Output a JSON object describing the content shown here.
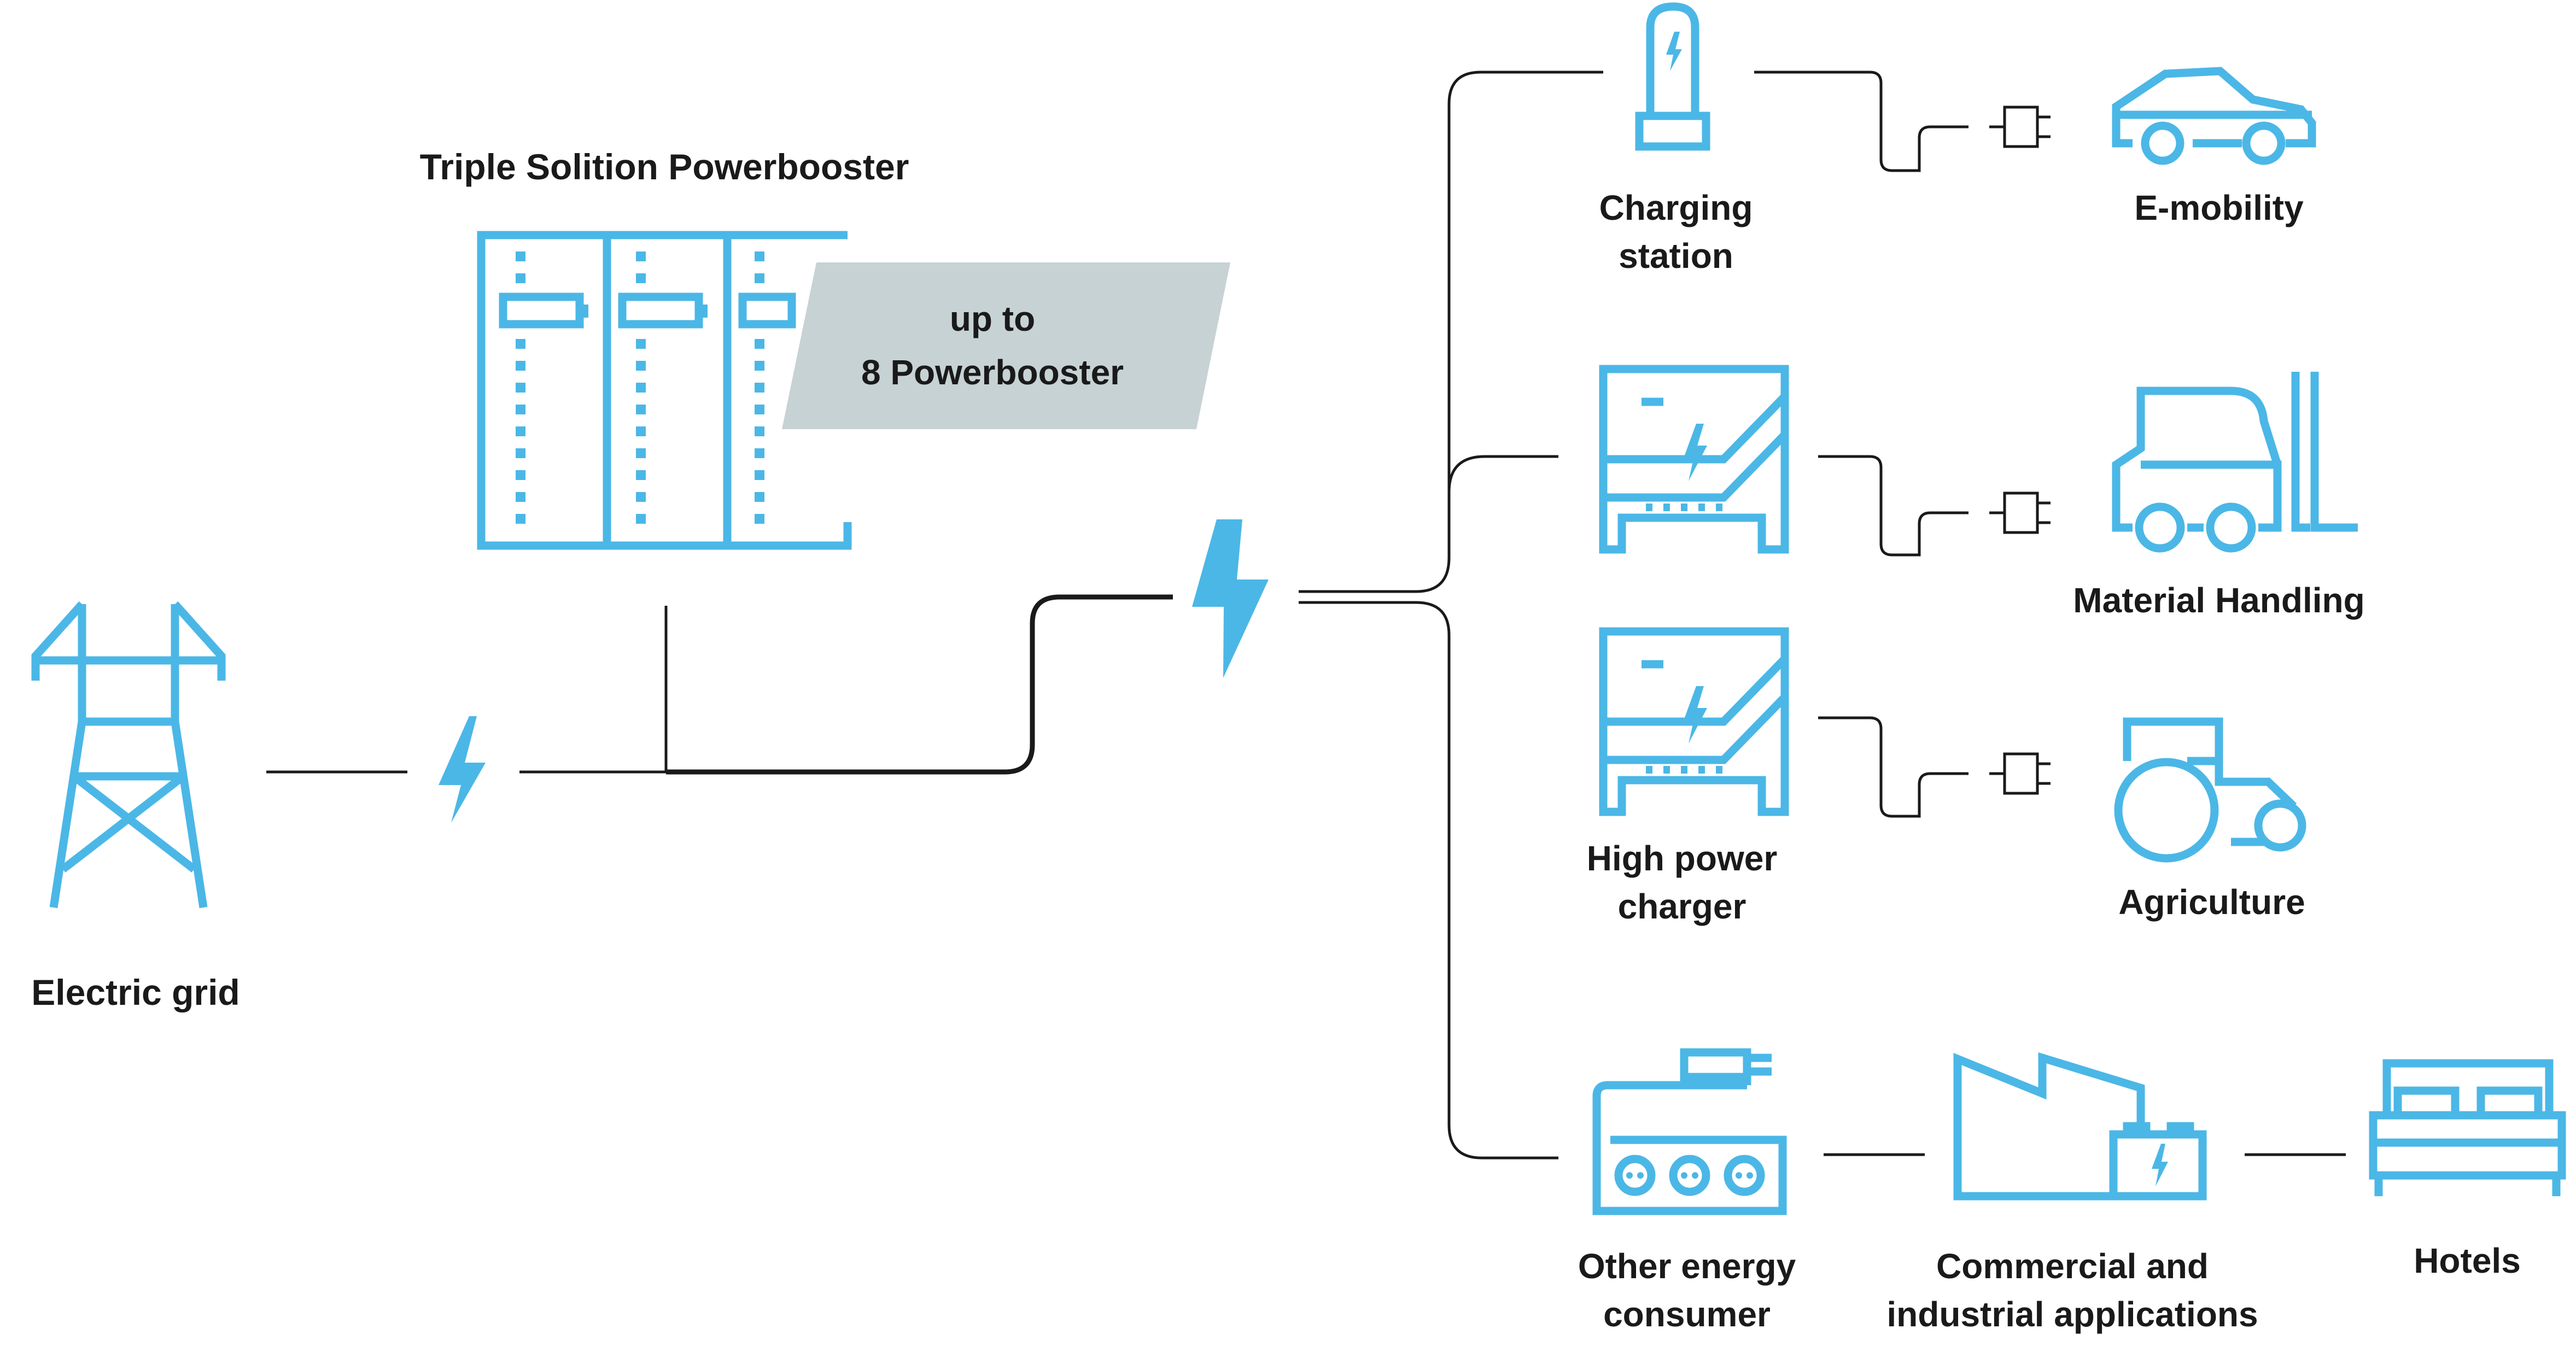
{
  "title": "Triple Solition Powerbooster",
  "callout": {
    "line1": "up to",
    "line2": "8 Powerbooster"
  },
  "source": {
    "label": "Electric grid"
  },
  "chargers": {
    "charging_station": {
      "line1": "Charging",
      "line2": "station"
    },
    "high_power_charger": {
      "line1": "High power",
      "line2": "charger"
    },
    "other_energy_consumer": {
      "line1": "Other energy",
      "line2": "consumer"
    }
  },
  "applications": {
    "e_mobility": "E-mobility",
    "material_handling": "Material Handling",
    "agriculture": "Agriculture",
    "commercial": {
      "line1": "Commercial and",
      "line2": "industrial applications"
    },
    "hotels": "Hotels"
  },
  "icons": {
    "grid": "power-pylon-icon",
    "booster": "battery-cabinet-icon",
    "bolt": "lightning-bolt-icon",
    "station": "charging-station-icon",
    "charger": "charger-unit-icon",
    "plug": "plug-icon",
    "car": "car-icon",
    "forklift": "forklift-icon",
    "tractor": "tractor-icon",
    "power_strip": "power-strip-icon",
    "factory": "factory-icon",
    "bed": "bed-icon"
  },
  "colors": {
    "accent": "#4bb7e6",
    "callout_bg": "#c7d2d4",
    "text": "#1a1a1a"
  }
}
